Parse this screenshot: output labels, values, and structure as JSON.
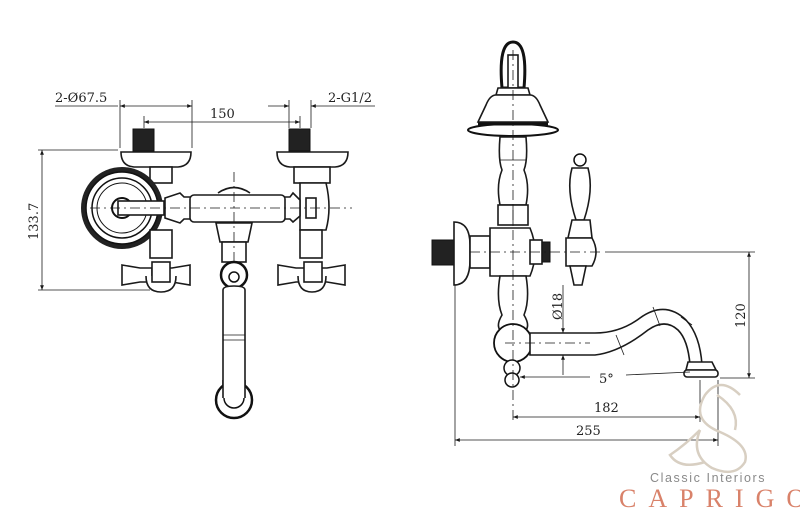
{
  "front_view": {
    "dim_escutcheon": "2-Ø67.5",
    "dim_centers": "150",
    "dim_thread": "2-G1/2",
    "dim_height": "133.7"
  },
  "side_view": {
    "dim_spout_diameter": "Ø18",
    "dim_spout_height": "120",
    "dim_angle": "5°",
    "dim_reach": "182",
    "dim_overall": "255"
  },
  "logo": {
    "tagline": "Classic Interiors",
    "brand": "CAPRIGO",
    "brand_color": "#d9826a",
    "tagline_color": "#8a8a8a"
  }
}
